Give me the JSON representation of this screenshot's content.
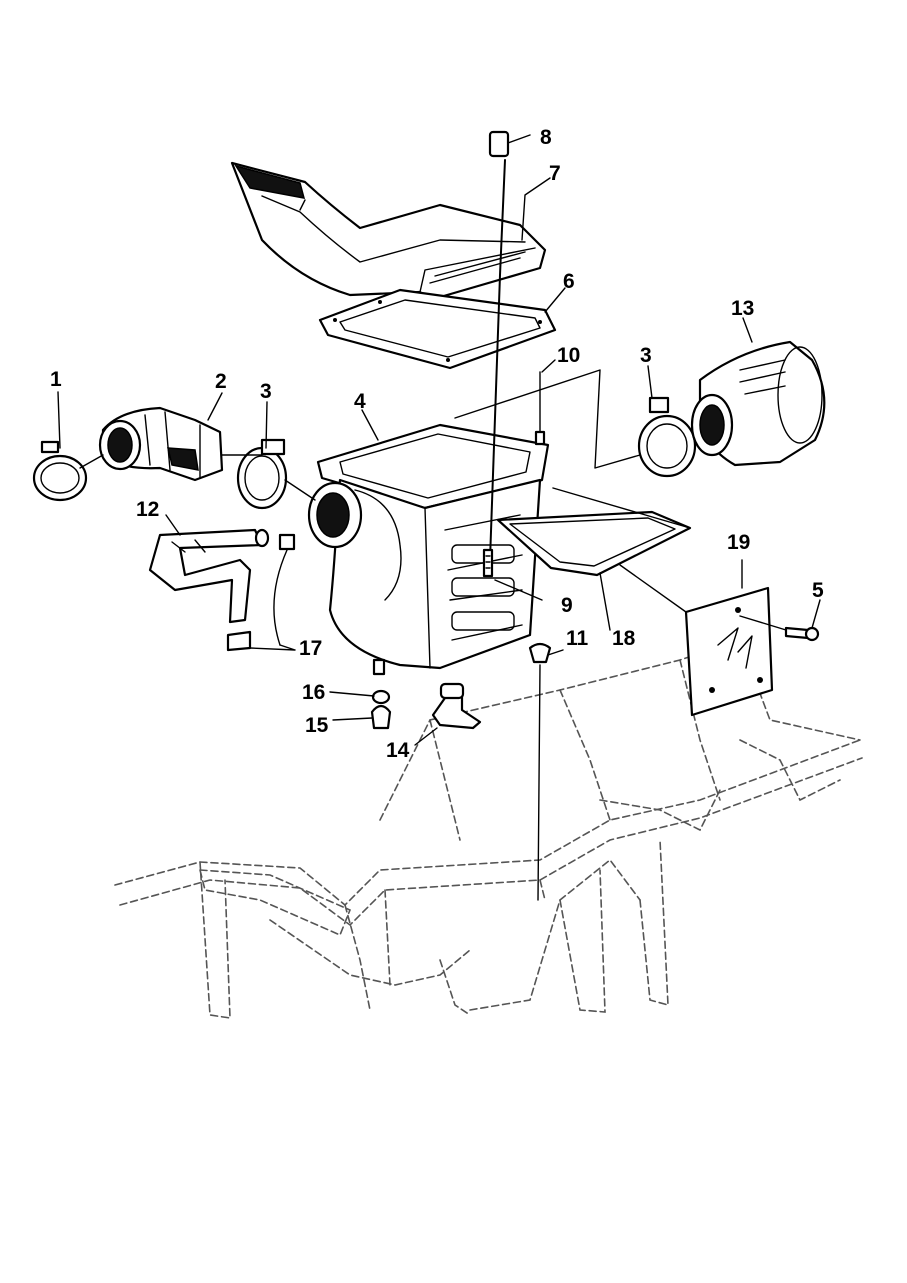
{
  "callouts": [
    "1",
    "2",
    "3",
    "3",
    "4",
    "5",
    "6",
    "7",
    "8",
    "9",
    "10",
    "11",
    "12",
    "13",
    "14",
    "15",
    "16",
    "17",
    "18",
    "19"
  ]
}
